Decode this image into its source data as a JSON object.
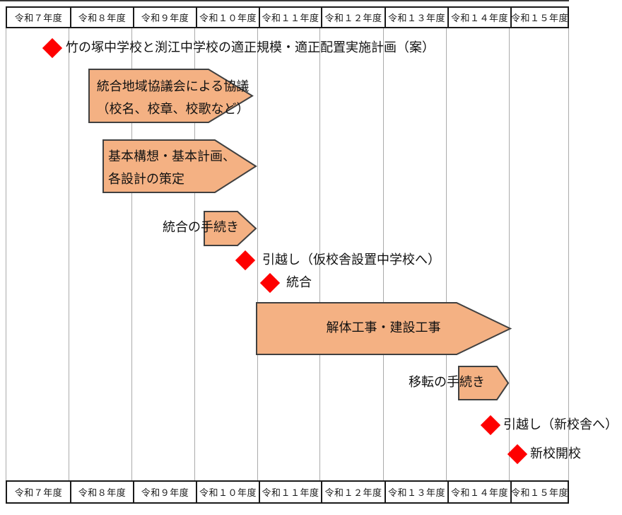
{
  "timeline": {
    "years": [
      "令和７年度",
      "令和８年度",
      "令和９年度",
      "令和１０年度",
      "令和１１年度",
      "令和１２年度",
      "令和１３年度",
      "令和１４年度",
      "令和１５年度"
    ],
    "milestones": [
      {
        "label": "竹の塚中学校と渕江中学校の適正規模・適正配置実施計画（案）",
        "year": "令和７年度"
      },
      {
        "label": "引越し（仮校舎設置中学校へ）",
        "year": "令和１０年度"
      },
      {
        "label": "統合",
        "year": "令和１１年度"
      },
      {
        "label": "引越し（新校舎へ）",
        "year": "令和１４年度"
      },
      {
        "label": "新校開校",
        "year": "令和１５年度"
      }
    ],
    "tasks": [
      {
        "lines": [
          "統合地域協議会による協議",
          "（校名、校章、校歌など）"
        ],
        "span": "令和８年度〜令和１０年度"
      },
      {
        "lines": [
          "基本構想・基本計画、",
          "各設計の策定"
        ],
        "span": "令和８年度〜令和１０年度"
      },
      {
        "lines": [
          "統合の手続き"
        ],
        "span": "令和１０年度"
      },
      {
        "lines": [
          "解体工事・建設工事"
        ],
        "span": "令和１１年度〜令和１４年度"
      },
      {
        "lines": [
          "移転の手続き"
        ],
        "span": "令和１４年度"
      }
    ]
  },
  "colors": {
    "task_fill": "#F4B183",
    "task_border": "#404040",
    "milestone_red": "#FE0000",
    "gridline": "#ABABAB",
    "table_border": "#1A1A1A",
    "frame": "#3A3A3A"
  }
}
